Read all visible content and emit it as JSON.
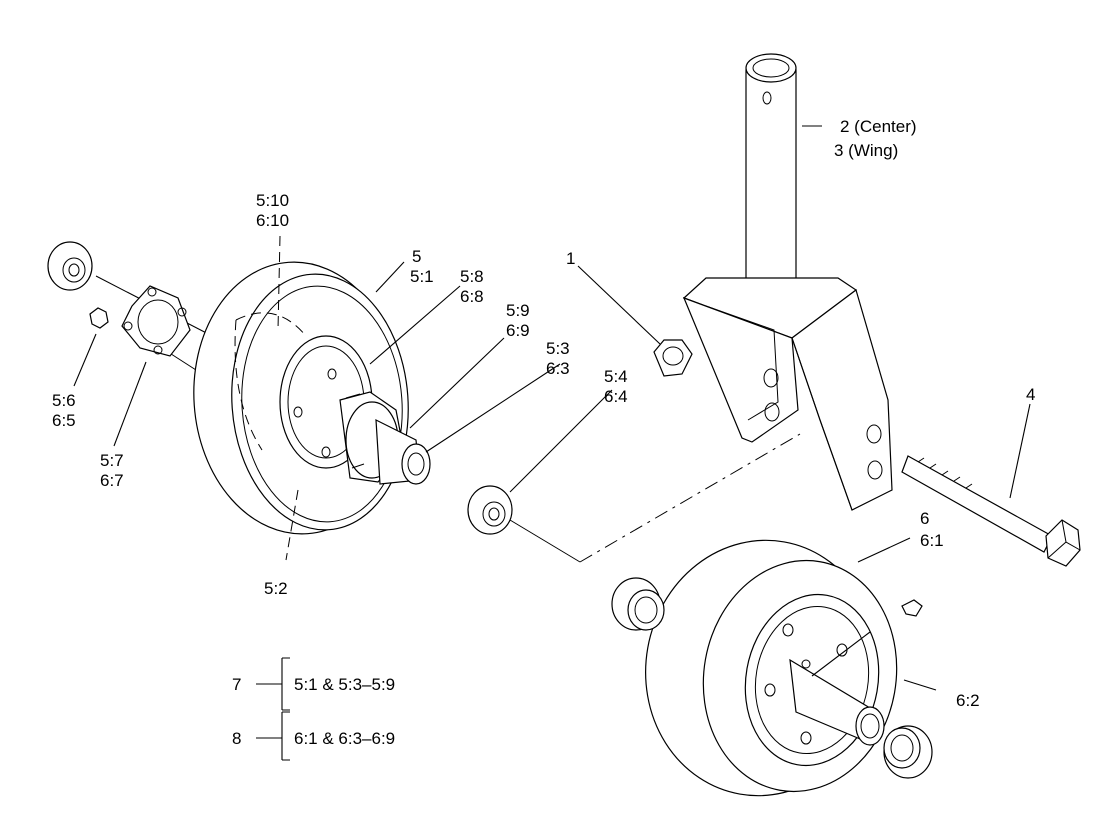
{
  "callouts": {
    "c2": "2 (Center)",
    "c3": "3 (Wing)",
    "c510": "5:10",
    "c610": "6:10",
    "c5": "5",
    "c51": "5:1",
    "c58": "5:8",
    "c68": "6:8",
    "c59": "5:9",
    "c69": "6:9",
    "c53": "5:3",
    "c63": "6:3",
    "c54": "5:4",
    "c64": "6:4",
    "c1": "1",
    "c4": "4",
    "c56": "5:6",
    "c65": "6:5",
    "c57": "5:7",
    "c67": "6:7",
    "c52": "5:2",
    "c6": "6",
    "c61": "6:1",
    "c62": "6:2"
  },
  "kits": [
    {
      "number": "7",
      "contents": "5:1 & 5:3–5:9"
    },
    {
      "number": "8",
      "contents": "6:1 & 6:3–6:9"
    }
  ]
}
